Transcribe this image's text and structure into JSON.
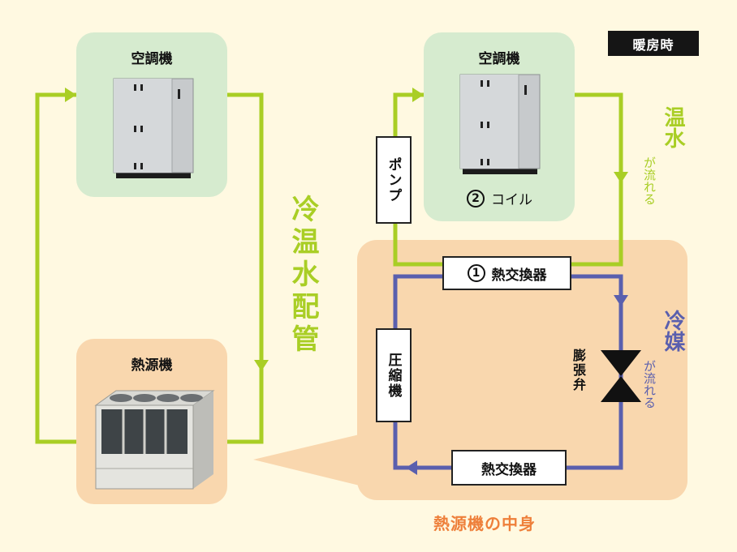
{
  "badge": "暖房時",
  "left_system": {
    "ac_title": "空調機",
    "heat_source_title": "熱源機",
    "pipe_label": "冷温水配管"
  },
  "right_system": {
    "ac_title": "空調機",
    "coil_num": "2",
    "coil_label": "コイル",
    "pump_label": "ポンプ",
    "hot_water_main": "温水",
    "hot_water_sub": "が流れる",
    "hex_top_num": "1",
    "hex_top_label": "熱交換器",
    "compressor_label": "圧縮機",
    "expansion_valve_label": "膨張弁",
    "refrigerant_main": "冷媒",
    "refrigerant_sub": "が流れる",
    "hex_bottom_label": "熱交換器",
    "inside_caption": "熱源機の中身"
  },
  "colors": {
    "background": "#FFF9E1",
    "ac_panel": "#D6EBCF",
    "heat_panel": "#F9D7AE",
    "water_pipe": "#A9CE25",
    "refrigerant_pipe": "#5A5FAE",
    "orange_text": "#EE7F3A",
    "badge": "#151515"
  }
}
